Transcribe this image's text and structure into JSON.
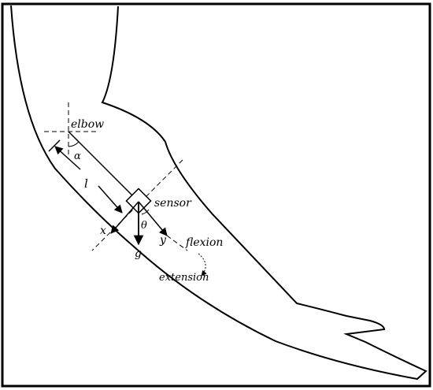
{
  "labels": {
    "elbow": "elbow",
    "alpha": "α",
    "length": "l",
    "sensor": "sensor",
    "theta": "θ",
    "x_axis": "x",
    "y_axis": "y",
    "gravity": "g",
    "flexion": "flexion",
    "extension": "extension"
  },
  "colors": {
    "stroke": "#000000",
    "background": "#ffffff"
  }
}
